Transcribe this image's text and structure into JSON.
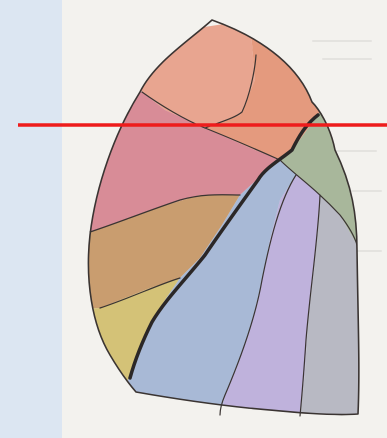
{
  "figure": {
    "kind": "lung-segment-diagram",
    "colors": {
      "page_background": "#dce6f2",
      "scan_background": "#f3f2ee",
      "segment_orange_top": "#e8a590",
      "segment_orange_right": "#e49a7e",
      "segment_pink": "#d88c97",
      "segment_brown": "#c99d6f",
      "segment_yellow": "#d4c277",
      "segment_green": "#a8b79b",
      "segment_blue": "#a8b9d6",
      "segment_lavender": "#bfb2dc",
      "segment_grey": "#b8b9c3",
      "outline": "#3a3432",
      "fissure": "#2b2727",
      "marker_line": "#ee1c1c"
    },
    "segments": [
      "segment-upper-apex",
      "segment-upper-right",
      "segment-upper-middle",
      "segment-middle-left",
      "segment-lower-left",
      "segment-right-green",
      "segment-lower-blue",
      "segment-lower-lavender",
      "segment-lower-grey"
    ]
  }
}
